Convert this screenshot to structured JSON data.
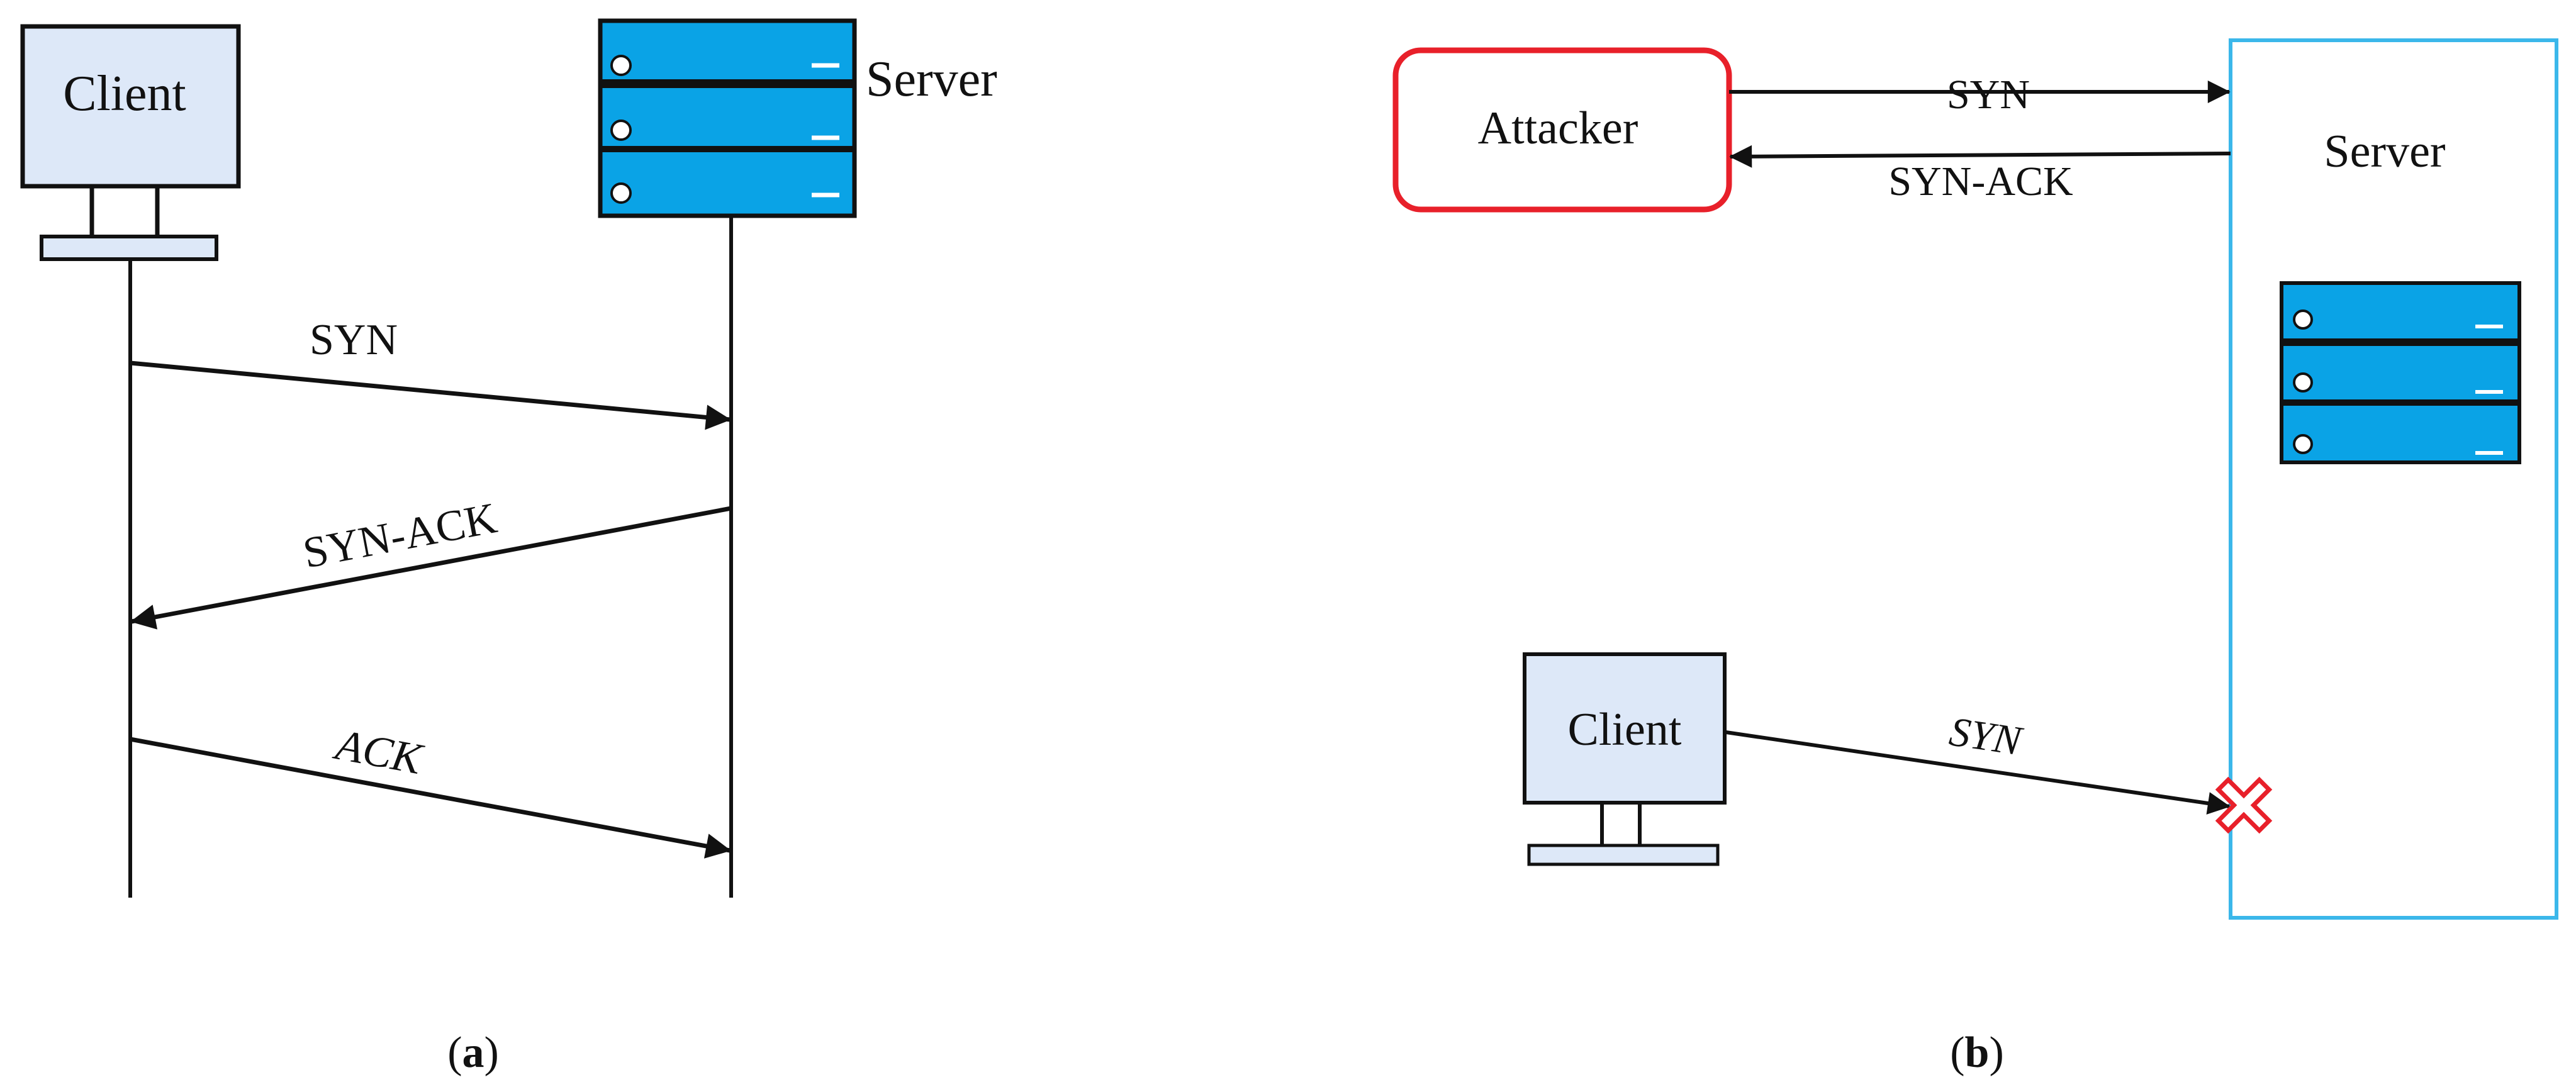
{
  "panel_a": {
    "client_label": "Client",
    "server_label": "Server",
    "messages": {
      "syn": "SYN",
      "syn_ack": "SYN-ACK",
      "ack": "ACK"
    },
    "caption": {
      "open": "(",
      "letter": "a",
      "close": ")"
    }
  },
  "panel_b": {
    "attacker_label": "Attacker",
    "server_label": "Server",
    "client_label": "Client",
    "messages": {
      "attacker_syn": "SYN",
      "server_syn_ack": "SYN-ACK",
      "client_syn": "SYN"
    },
    "caption": {
      "open": "(",
      "letter": "b",
      "close": ")"
    }
  },
  "colors": {
    "server_blue": "#0aa3e6",
    "server_frame": "#3bb7ea",
    "attacker_red": "#e8202a",
    "blocked_red": "#e8202a",
    "client_screen": "#dde8f8",
    "line": "#111111"
  },
  "icons": {
    "blocked_marker": "x-mark-icon",
    "server": "server-rack-icon",
    "client": "monitor-icon"
  }
}
